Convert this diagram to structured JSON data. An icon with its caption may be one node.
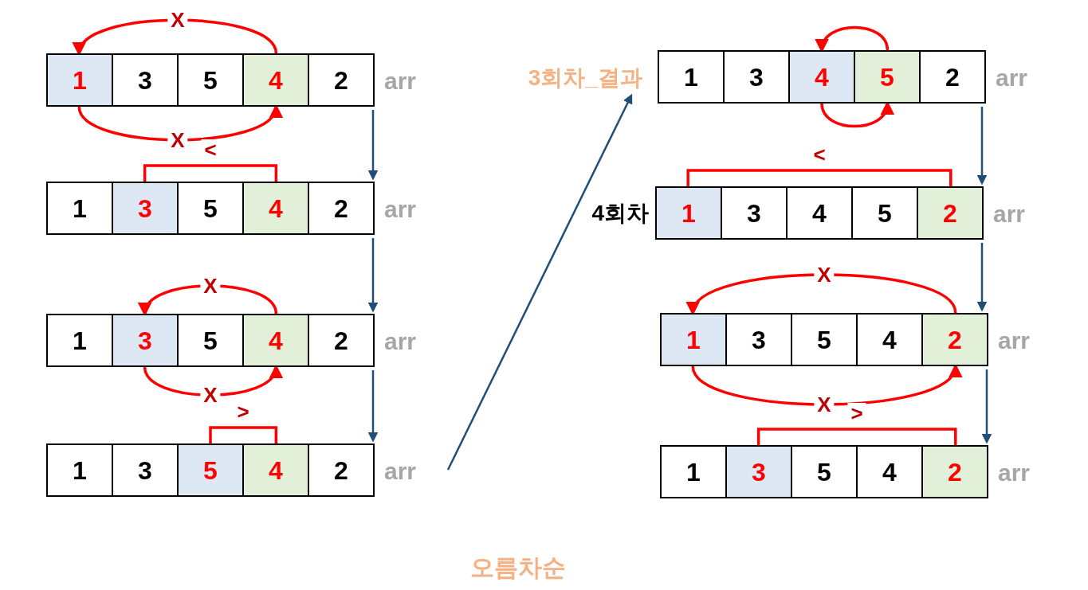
{
  "diagram": {
    "caption": "오름차순",
    "nodes": [
      {
        "text": [],
        "shape": "box",
        "beside": [
          "arr"
        ]
      },
      {
        "text": [
          "1"
        ],
        "in": 0
      },
      {
        "text": [
          "3"
        ],
        "in": 0
      },
      {
        "text": [
          "5"
        ],
        "in": 0
      },
      {
        "text": [
          "4"
        ],
        "in": 0
      },
      {
        "text": [
          "2"
        ],
        "in": 0
      },
      {
        "text": [],
        "shape": "box",
        "beside": [
          "arr"
        ]
      },
      {
        "text": [
          "1"
        ],
        "in": 6
      },
      {
        "text": [
          "3"
        ],
        "in": 6
      },
      {
        "text": [
          "5"
        ],
        "in": 6
      },
      {
        "text": [
          "4"
        ],
        "in": 6
      },
      {
        "text": [
          "2"
        ],
        "in": 6
      },
      {
        "text": [],
        "shape": "box",
        "beside": [
          "arr"
        ]
      },
      {
        "text": [
          "1"
        ],
        "in": 12
      },
      {
        "text": [
          "3"
        ],
        "in": 12
      },
      {
        "text": [
          "5"
        ],
        "in": 12
      },
      {
        "text": [
          "4"
        ],
        "in": 12
      },
      {
        "text": [
          "2"
        ],
        "in": 12
      },
      {
        "text": [],
        "shape": "box",
        "beside": [
          "arr"
        ]
      },
      {
        "text": [
          "1"
        ],
        "in": 18
      },
      {
        "text": [
          "3"
        ],
        "in": 18
      },
      {
        "text": [
          "5"
        ],
        "in": 18
      },
      {
        "text": [
          "4"
        ],
        "in": 18
      },
      {
        "text": [
          "2"
        ],
        "in": 18
      },
      {
        "text": [
          "3회차_결과"
        ]
      },
      {
        "text": [],
        "shape": "box",
        "beside": [
          "arr"
        ]
      },
      {
        "text": [
          "1"
        ],
        "in": 25
      },
      {
        "text": [
          "3"
        ],
        "in": 25
      },
      {
        "text": [
          "4"
        ],
        "in": 25
      },
      {
        "text": [
          "5"
        ],
        "in": 25
      },
      {
        "text": [
          "2"
        ],
        "in": 25
      },
      {
        "text": [],
        "shape": "box",
        "beside": [
          "4회차",
          "arr"
        ]
      },
      {
        "text": [
          "1"
        ],
        "in": 31
      },
      {
        "text": [
          "3"
        ],
        "in": 31
      },
      {
        "text": [
          "4"
        ],
        "in": 31
      },
      {
        "text": [
          "5"
        ],
        "in": 31
      },
      {
        "text": [
          "2"
        ],
        "in": 31
      },
      {
        "text": [],
        "shape": "box",
        "beside": [
          "arr"
        ]
      },
      {
        "text": [
          "1"
        ],
        "in": 37
      },
      {
        "text": [
          "3"
        ],
        "in": 37
      },
      {
        "text": [
          "5"
        ],
        "in": 37
      },
      {
        "text": [
          "4"
        ],
        "in": 37
      },
      {
        "text": [
          "2"
        ],
        "in": 37
      },
      {
        "text": [],
        "shape": "box",
        "beside": [
          "arr"
        ]
      },
      {
        "text": [
          "1"
        ],
        "in": 43
      },
      {
        "text": [
          "3"
        ],
        "in": 43
      },
      {
        "text": [
          "5"
        ],
        "in": 43
      },
      {
        "text": [
          "4"
        ],
        "in": 43
      },
      {
        "text": [
          "2"
        ],
        "in": 43
      }
    ],
    "edges": [
      {
        "from": 4,
        "to": 1,
        "arrow": "to",
        "label": "X"
      },
      {
        "from": 1,
        "to": 4,
        "arrow": "to",
        "label": "X"
      },
      {
        "from": 0,
        "to": 6,
        "arrow": "to",
        "color": "#1f4e79"
      },
      {
        "from": 8,
        "to": 10,
        "arrow": "none",
        "label": "<"
      },
      {
        "from": 6,
        "to": 12,
        "arrow": "to",
        "color": "#1f4e79"
      },
      {
        "from": 16,
        "to": 14,
        "arrow": "to",
        "label": "X"
      },
      {
        "from": 14,
        "to": 16,
        "arrow": "to",
        "label": "X"
      },
      {
        "from": 12,
        "to": 18,
        "arrow": "to",
        "color": "#1f4e79"
      },
      {
        "from": 21,
        "to": 22,
        "arrow": "none",
        "label": ">"
      },
      {
        "from": null,
        "to": 24,
        "arrow": "to",
        "color": "#1f4e79"
      },
      {
        "from": 29,
        "to": 28,
        "arrow": "to"
      },
      {
        "from": 28,
        "to": 29,
        "arrow": "to"
      },
      {
        "from": 25,
        "to": 31,
        "arrow": "to",
        "color": "#1f4e79"
      },
      {
        "from": 32,
        "to": 36,
        "arrow": "none",
        "label": "<"
      },
      {
        "from": 31,
        "to": 37,
        "arrow": "to",
        "color": "#1f4e79"
      },
      {
        "from": 42,
        "to": 38,
        "arrow": "to",
        "label": "X"
      },
      {
        "from": 38,
        "to": 42,
        "arrow": "to",
        "label": "X"
      },
      {
        "from": 37,
        "to": 43,
        "arrow": "to",
        "color": "#1f4e79"
      },
      {
        "from": 45,
        "to": 48,
        "arrow": "none",
        "label": ">"
      }
    ]
  }
}
